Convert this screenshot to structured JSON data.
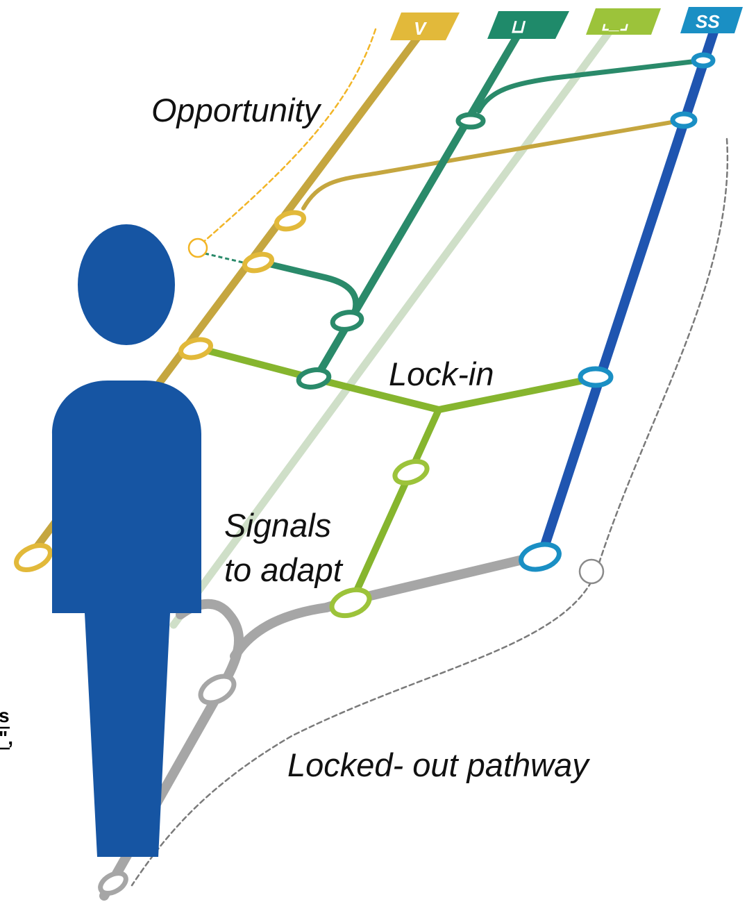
{
  "labels": {
    "opportunity": "Opportunity",
    "lock_in": "Lock-in",
    "signals_line1": "Signals",
    "signals_line2": "to adapt",
    "locked_out": "Locked- out pathway"
  },
  "signs": [
    {
      "id": "gold",
      "glyph": "V",
      "color": "#e2b93a"
    },
    {
      "id": "teal",
      "glyph": "⊔",
      "color": "#1f8a6a"
    },
    {
      "id": "lime",
      "glyph": "⌞_⌟",
      "color": "#9cc33a"
    },
    {
      "id": "blue",
      "glyph": "SS",
      "color": "#1a8fc4"
    }
  ],
  "colors": {
    "gold_line": "#c5a63f",
    "teal_line": "#2a8a6a",
    "lime_line": "#86b52e",
    "pale_line": "#cfdfc8",
    "blue_line": "#1f55b0",
    "grey_line": "#a6a6a6",
    "person": "#1655a3",
    "opportunity_dash": "#f2b526",
    "dashed_boundary": "#7a7a7a"
  },
  "edge_text": {
    "top": "s",
    "bottom": "\","
  }
}
